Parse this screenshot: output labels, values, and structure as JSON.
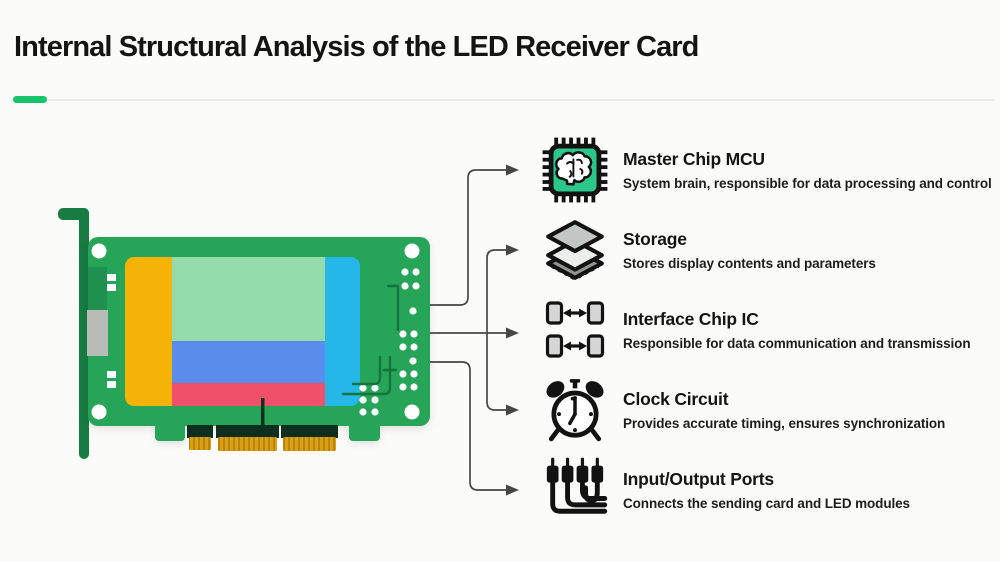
{
  "page": {
    "title": "Internal Structural Analysis of the LED Receiver Card"
  },
  "items": [
    {
      "icon": "mcu-chip-icon",
      "title": "Master Chip MCU",
      "desc": "System brain, responsible for data processing and control"
    },
    {
      "icon": "storage-layers-icon",
      "title": "Storage",
      "desc": "Stores display contents and parameters"
    },
    {
      "icon": "interface-chip-icon",
      "title": "Interface Chip IC",
      "desc": "Responsible for data communication and transmission"
    },
    {
      "icon": "alarm-clock-icon",
      "title": "Clock Circuit",
      "desc": "Provides accurate timing, ensures synchronization"
    },
    {
      "icon": "io-cables-icon",
      "title": "Input/Output Ports",
      "desc": "Connects the sending card and LED modules"
    }
  ],
  "colors": {
    "bg": "#fbfbf9",
    "text-dark": "#141414",
    "text-desc": "#1d1d1d",
    "accent": "#17c46a",
    "divider": "#ececea",
    "pcb-green": "#26a559",
    "bracket-green": "#177c42",
    "connector-green": "#1f9050",
    "connector-gray": "#b9bcb6",
    "strip-dark": "#0e2f1d",
    "gold": "#d9a013",
    "gold-dark": "#b9820c",
    "panel-yellow": "#f4b306",
    "panel-mint": "#95dbaa",
    "panel-blue": "#5a8cee",
    "panel-red": "#f0506a",
    "panel-cyan": "#25b7e8",
    "trace-green": "#13753d",
    "line-gray": "#474747",
    "chip-green": "#2cc78b",
    "icon-gray": "#d6d6d6",
    "icon-black": "#121212"
  }
}
